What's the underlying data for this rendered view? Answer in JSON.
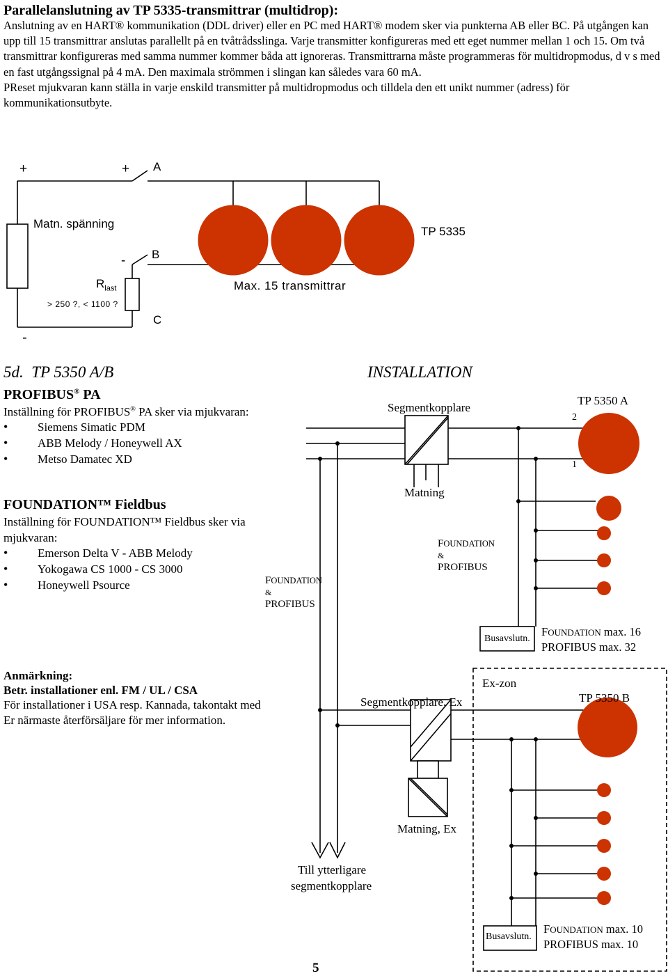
{
  "hart": {
    "title": "Parallelanslutning av TP 5335-transmittrar (multidrop):",
    "p1": "Anslutning av en HART® kommunikation  (DDL driver) eller en PC med HART® modem sker via punkterna AB eller BC. På utgången kan upp till 15 transmittrar anslutas parallellt på en tvåtrådsslinga. Varje transmitter konfigureras med ett eget nummer mellan 1 och 15. Om två transmittrar konfigureras med samma nummer kommer båda att ignoreras. Transmittrarna måste programmeras för multidropmodus, d v s med en fast utgångssignal på 4 mA. Den maximala strömmen i slingan kan således vara 60 mA.",
    "p2": "PReset mjukvaran kann ställa in varje enskild transmitter på multidropmodus och tilldela den ett unikt nummer (adress) för kommunikationsutbyte."
  },
  "diagram1": {
    "plus_left": "+",
    "plus_mid": "+",
    "point_a": "A",
    "supply_label": "Matn. spänning",
    "minus_mid": "-",
    "point_b": "B",
    "transmitter_label": "TP 5335",
    "rlast": "R",
    "rlast_sub": "last",
    "max_label": "Max. 15 transmittrar",
    "r_range": "> 250 ?, < 1100 ?",
    "point_c": "C",
    "minus_left": "-"
  },
  "section5d": {
    "number": "5d.",
    "title": "TP 5350 A/B",
    "install_title": "INSTALLATION",
    "profibus_heading": "PROFIBUS",
    "profibus_heading_suffix": "PA",
    "profibus_intro": "Inställning för PROFIBUS",
    "profibus_intro_suffix": "PA  sker via mjukvaran:",
    "profibus_items": [
      "Siemens Simatic PDM",
      "ABB Melody / Honeywell AX",
      "Metso Damatec XD"
    ],
    "ff_heading": "FOUNDATION™ Fieldbus",
    "ff_intro_1": "Inställning för FOUNDATION™ Fieldbus sker via",
    "ff_intro_2": "mjukvaran:",
    "ff_items": [
      "Emerson Delta V - ABB Melody",
      "Yokogawa CS 1000 - CS 3000",
      "Honeywell Psource"
    ],
    "note_heading": "Anmärkning:",
    "note_bold": "Betr. installationer enl. FM / UL / CSA",
    "note_line1": "För installationer i USA resp. Kannada, takontakt med",
    "note_line2": "Er närmaste återförsäljare för mer information.",
    "page_number": "5"
  },
  "diagram2": {
    "segment_coupler": "Segmentkopplare",
    "tp5350a": "TP 5350 A",
    "pin2": "2",
    "pin1": "1",
    "matning": "Matning",
    "fp_upper_f": "F",
    "fp_upper_rest": "OUNDATION",
    "fp_amp": "&",
    "fp_profibus": "PROFIBUS",
    "bus_term": "Busavslutn.",
    "ff_max16_f": "F",
    "ff_max16_rest": "OUNDATION",
    "ff_max16_val": "max. 16",
    "pb_max32": "PROFIBUS max. 32",
    "exzon": "Ex-zon",
    "segment_coupler_ex": "Segmentkopplare, Ex",
    "tp5350b": "TP 5350 B",
    "matning_ex": "Matning, Ex",
    "further_1": "Till ytterligare",
    "further_2": "segmentkopplare",
    "bus_term_2": "Busavslutn.",
    "ff_max10_val": "max. 10",
    "pb_max10": "PROFIBUS max. 10"
  },
  "colors": {
    "transmitter_fill": "#cc3300",
    "line": "#000000"
  }
}
